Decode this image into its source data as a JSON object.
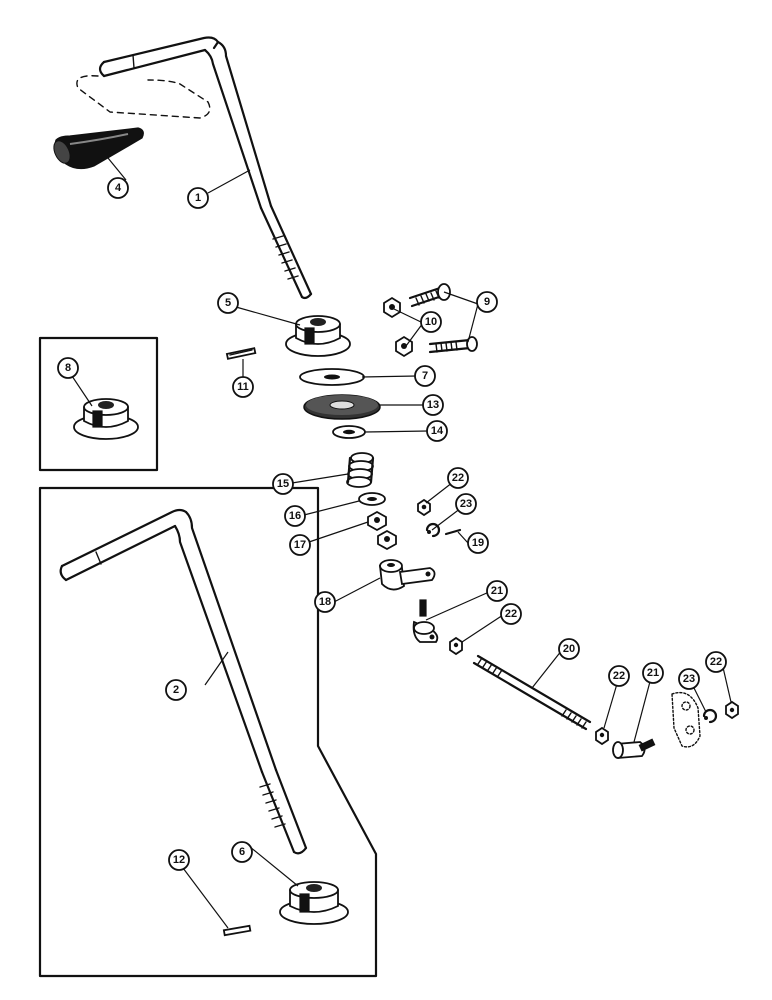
{
  "diagram": {
    "type": "exploded-parts-view",
    "callouts": {
      "c1": "1",
      "c2": "2",
      "c4": "4",
      "c5": "5",
      "c6": "6",
      "c7": "7",
      "c8": "8",
      "c9": "9",
      "c10": "10",
      "c11": "11",
      "c12": "12",
      "c13": "13",
      "c14": "14",
      "c15": "15",
      "c16": "16",
      "c17": "17",
      "c18": "18",
      "c19": "19",
      "c20": "20",
      "c21a": "21",
      "c21b": "21",
      "c22a": "22",
      "c22b": "22",
      "c22c": "22",
      "c22d": "22",
      "c23a": "23",
      "c23b": "23"
    },
    "inset_frames": [
      "part-8-inset",
      "lever-2-alternate"
    ]
  }
}
